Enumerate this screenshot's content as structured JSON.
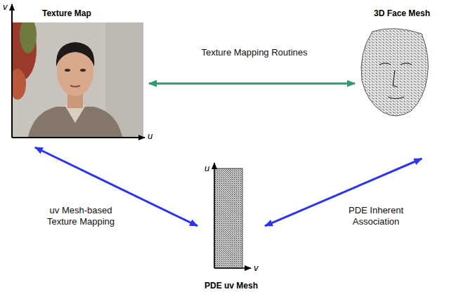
{
  "diagram": {
    "nodes": [
      {
        "text": [
          "Texture Map"
        ]
      },
      {
        "text": [
          "3D Face Mesh"
        ]
      },
      {
        "text": [
          "PDE uv Mesh"
        ]
      }
    ],
    "edges": [
      {
        "from": 0,
        "to": 1,
        "arrow": "both",
        "label": "Texture Mapping Routines"
      },
      {
        "from": 0,
        "to": 2,
        "arrow": "both",
        "label": "uv Mesh-based Texture Mapping"
      },
      {
        "from": 2,
        "to": 1,
        "arrow": "both",
        "label": "PDE Inherent Association"
      }
    ],
    "labels": [
      "v",
      "u",
      "u",
      "v"
    ]
  }
}
